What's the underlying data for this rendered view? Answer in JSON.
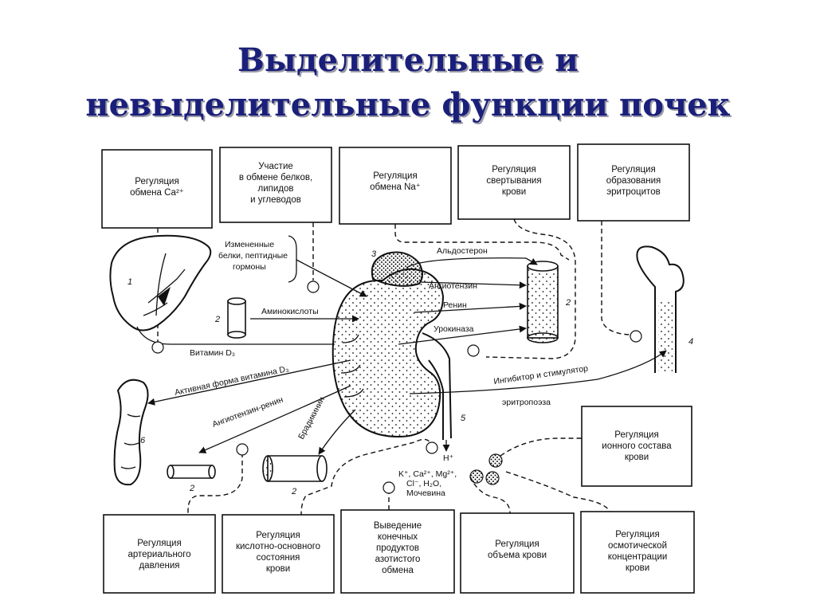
{
  "title": {
    "line1": "Выделительные и",
    "line2": "невыделительные функции почек"
  },
  "top_boxes": [
    {
      "lines": [
        "Регуляция",
        "обмена Са²⁺"
      ]
    },
    {
      "lines": [
        "Участие",
        "в обмене белков,",
        "липидов",
        "и углеводов"
      ]
    },
    {
      "lines": [
        "Регуляция",
        "обмена Na⁺"
      ]
    },
    {
      "lines": [
        "Регуляция",
        "свертывания",
        "крови"
      ]
    },
    {
      "lines": [
        "Регуляция",
        "образования",
        "эритроцитов"
      ]
    }
  ],
  "right_box": {
    "lines": [
      "Регуляция",
      "ионного состава",
      "крови"
    ]
  },
  "bottom_boxes": [
    {
      "lines": [
        "Регуляция",
        "артериального",
        "давления"
      ]
    },
    {
      "lines": [
        "Регуляция",
        "кислотно-основного",
        "состояния",
        "крови"
      ]
    },
    {
      "lines": [
        "Выведение",
        "конечных",
        "продуктов",
        "азотистого",
        "обмена"
      ]
    },
    {
      "lines": [
        "Регуляция",
        "объема крови"
      ]
    },
    {
      "lines": [
        "Регуляция",
        "осмотической",
        "концентрации",
        "крови"
      ]
    }
  ],
  "labels": {
    "proteins": [
      "Измененные",
      "белки, пептидные",
      "гормоны"
    ],
    "amino": "Аминокислоты",
    "vitd": "Витамин D₃",
    "active_vitd": "Активная форма витамина D₃",
    "angio_renin": "Ангиотензин-ренин",
    "bradykinin": "Брадикинин",
    "aldosterone": "Альдостерон",
    "angiotensin": "Ангиотензин",
    "renin": "Ренин",
    "urokinase": "Урокиназа",
    "inhib": "Ингибитор и стимулятор",
    "erythro": "эритропоэза",
    "h_ion": "H⁺",
    "ions1": "K⁺, Ca²⁺, Mg²⁺,",
    "ions2": "Cl⁻, H₂O,",
    "urea": "Мочевина"
  },
  "numbers": {
    "n1": "1",
    "n2a": "2",
    "n2b": "2",
    "n2c": "2",
    "n2d": "2",
    "n3": "3",
    "n4": "4",
    "n5": "5",
    "n6": "6"
  }
}
